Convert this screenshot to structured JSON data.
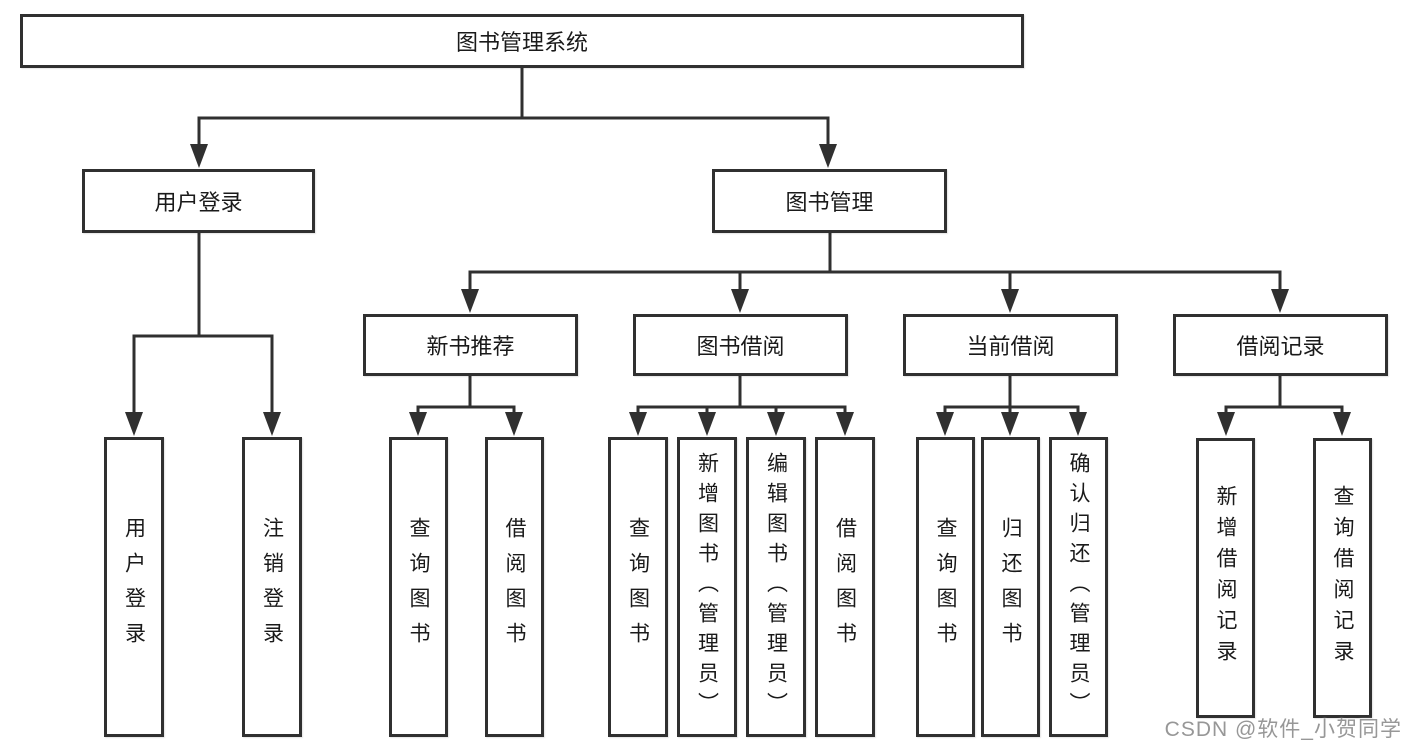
{
  "colors": {
    "line": "#303030",
    "box_border": "#303030",
    "box_fill": "#ffffff",
    "text": "#1a1a1a",
    "watermark": "#919191"
  },
  "watermark": {
    "text": "CSDN @软件_小贺同学"
  },
  "tree": {
    "label": "图书管理系统",
    "children": [
      {
        "label": "用户登录",
        "children": [
          {
            "label": "用户登录"
          },
          {
            "label": "注销登录"
          }
        ]
      },
      {
        "label": "图书管理",
        "children": [
          {
            "label": "新书推荐",
            "children": [
              {
                "label": "查询图书"
              },
              {
                "label": "借阅图书"
              }
            ]
          },
          {
            "label": "图书借阅",
            "children": [
              {
                "label": "查询图书"
              },
              {
                "label": "新增图书（管理员）"
              },
              {
                "label": "编辑图书（管理员）"
              },
              {
                "label": "借阅图书"
              }
            ]
          },
          {
            "label": "当前借阅",
            "children": [
              {
                "label": "查询图书"
              },
              {
                "label": "归还图书"
              },
              {
                "label": "确认归还（管理员）"
              }
            ]
          },
          {
            "label": "借阅记录",
            "children": [
              {
                "label": "新增借阅记录"
              },
              {
                "label": "查询借阅记录"
              }
            ]
          }
        ]
      }
    ]
  }
}
